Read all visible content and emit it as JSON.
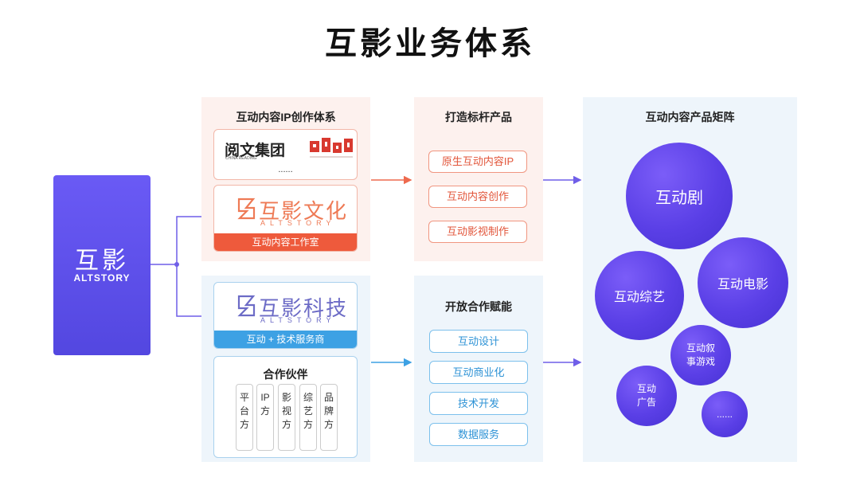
{
  "title": "互影业务体系",
  "brand": {
    "name": "互影",
    "en": "ALTSTORY"
  },
  "ip_panel": {
    "title": "互动内容IP创作体系",
    "partner_logo": "阅文集团",
    "partner_logo_sub": "CHINA READING",
    "ellipsis": "......",
    "studio_logo": "互影文化",
    "studio_logo_sub": "ALTSTORY",
    "studio_label": "互动内容工作室"
  },
  "tech_panel": {
    "tech_logo": "互影科技",
    "tech_logo_sub": "ALTSTORY",
    "tech_label": "互动 + 技术服务商",
    "partners_title": "合作伙伴",
    "partners": [
      "平台方",
      "IP方",
      "影视方",
      "综艺方",
      "品牌方"
    ]
  },
  "products_panel": {
    "title": "打造标杆产品",
    "items": [
      "原生互动内容IP",
      "互动内容创作",
      "互动影视制作"
    ]
  },
  "open_panel": {
    "title": "开放合作赋能",
    "items": [
      "互动设计",
      "互动商业化",
      "技术开发",
      "数据服务"
    ]
  },
  "matrix_panel": {
    "title": "互动内容产品矩阵",
    "bubbles": [
      "互动剧",
      "互动综艺",
      "互动电影",
      "互动叙事游戏",
      "互动广告",
      "......"
    ]
  },
  "colors": {
    "brand_purple": "#5a4ae8",
    "accent_orange": "#ee5a3c",
    "accent_blue": "#3da1e4"
  }
}
